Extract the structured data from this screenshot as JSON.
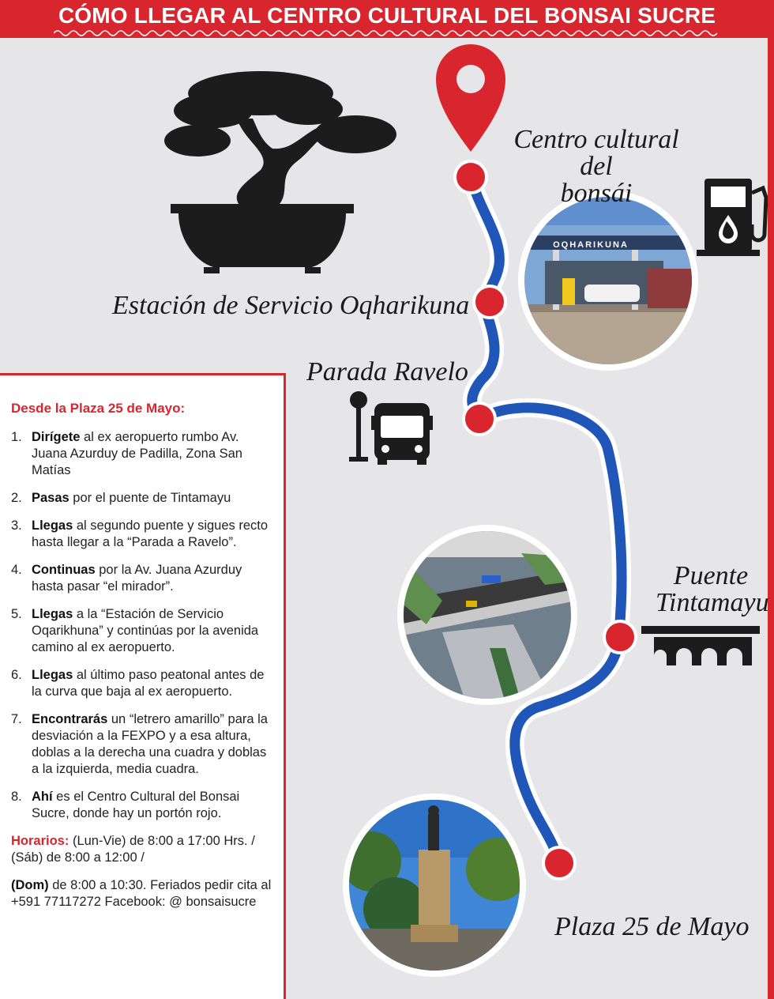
{
  "title": "CÓMO LLEGAR AL CENTRO CULTURAL DEL BONSAI SUCRE",
  "labels": {
    "centro_line1": "Centro cultural del",
    "centro_line2": "bonsái",
    "estacion": "Estación de Servicio Oqharikuna",
    "parada": "Parada Ravelo",
    "puente_line1": "Puente",
    "puente_line2": "Tintamayu",
    "plaza": "Plaza 25 de Mayo"
  },
  "photo_sign": "OQHARIKUNA",
  "colors": {
    "accent": "#d9262e",
    "route": "#1f56b8",
    "route_outline": "#ffffff",
    "background": "#e6e6e9",
    "icon": "#1c1c1c"
  },
  "icons": [
    "map-pin-icon",
    "bonsai-icon",
    "fuel-pump-icon",
    "bus-stop-icon",
    "bridge-icon"
  ],
  "directions": {
    "heading": "Desde la Plaza 25 de Mayo:",
    "steps": [
      {
        "num": "1.",
        "bold": "Dirígete",
        "text": " al ex aeropuerto rumbo Av. Juana Azurduy de Padilla, Zona San Matías"
      },
      {
        "num": "2.",
        "bold": "Pasas",
        "text": " por el puente de Tintamayu"
      },
      {
        "num": "3.",
        "bold": "Llegas",
        "text": " al segundo puente y sigues recto hasta llegar a la “Parada a Ravelo”."
      },
      {
        "num": "4.",
        "bold": "Continuas",
        "text": " por la Av. Juana Azurduy hasta pasar “el mirador”."
      },
      {
        "num": "5.",
        "bold": "Llegas",
        "text": " a la “Estación de Servicio Oqarikhuna” y continúas por la avenida camino al ex aeropuerto."
      },
      {
        "num": "6.",
        "bold": "Llegas",
        "text": " al último paso peatonal antes de la curva que baja al ex aeropuerto."
      },
      {
        "num": "7.",
        "bold": "Encontrarás",
        "text": " un “letrero amarillo” para la desviación a la FEXPO y a esa altura, doblas a la derecha una cuadra y doblas a la izquierda, media cuadra."
      },
      {
        "num": "8.",
        "bold": "Ahí",
        "text": " es el Centro Cultural del Bonsai Sucre, donde hay un portón rojo."
      }
    ],
    "hours_label": "Horarios:",
    "hours_text": " (Lun-Vie) de 8:00 a 17:00 Hrs. / (Sáb) de 8:00 a 12:00 /",
    "sunday_label": "(Dom)",
    "sunday_text": " de 8:00 a 10:30. Feriados pedir cita al +591 77117272 Facebook: @ bonsaisucre"
  }
}
